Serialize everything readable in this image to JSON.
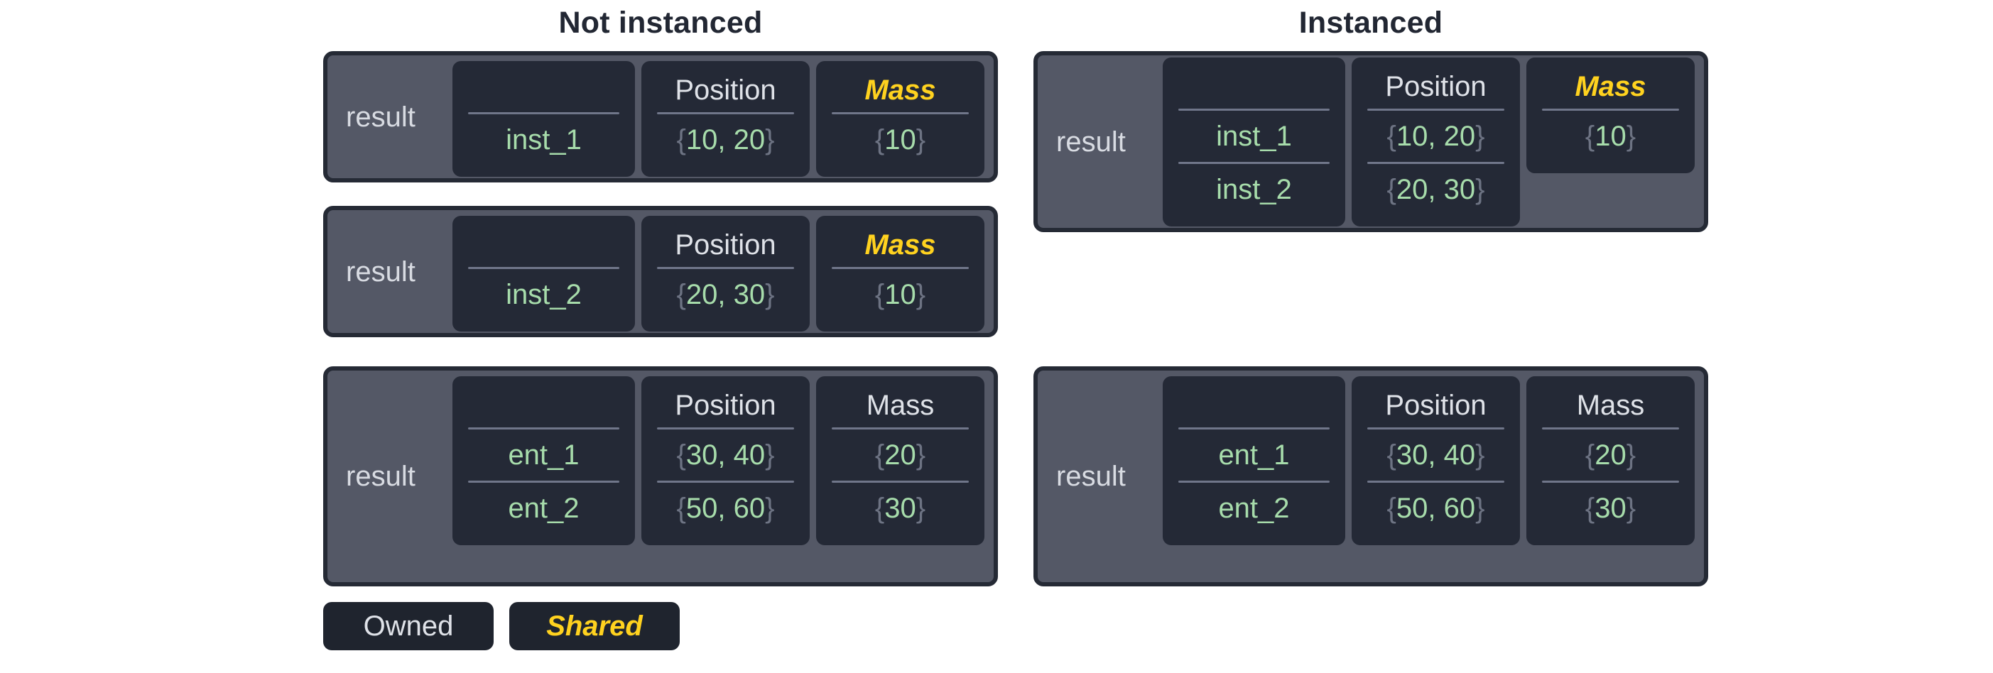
{
  "headings": {
    "left": "Not instanced",
    "right": "Instanced"
  },
  "labels": {
    "result": "result",
    "position": "Position",
    "mass": "Mass",
    "blank": ""
  },
  "colors": {
    "page_background": "#ffffff",
    "heading_text": "#222733",
    "table_border": "#252a35",
    "table_background": "#545866",
    "cell_background": "#242936",
    "owned_text": "#dfe2e8",
    "shared_text": "#ffd21f",
    "value_text": "#a7dcab",
    "brace_text": "#6d7383",
    "rule": "#70768a"
  },
  "legend": [
    {
      "label": "Owned",
      "kind": "owned"
    },
    {
      "label": "Shared",
      "kind": "shared"
    }
  ],
  "tables": {
    "notinst_1": {
      "result": "result",
      "headers": {
        "name": "",
        "position": "Position",
        "mass": "Mass"
      },
      "mass_shared": true,
      "rows": [
        {
          "name": "inst_1",
          "position": "{10, 20}",
          "position_value": "10, 20",
          "mass": "{10}",
          "mass_value": "10"
        }
      ]
    },
    "notinst_2": {
      "result": "result",
      "headers": {
        "name": "",
        "position": "Position",
        "mass": "Mass"
      },
      "mass_shared": true,
      "rows": [
        {
          "name": "inst_2",
          "position": "{20, 30}",
          "position_value": "20, 30",
          "mass": "{10}",
          "mass_value": "10"
        }
      ]
    },
    "notinst_3": {
      "result": "result",
      "headers": {
        "name": "",
        "position": "Position",
        "mass": "Mass"
      },
      "mass_shared": false,
      "rows": [
        {
          "name": "ent_1",
          "position": "{30, 40}",
          "position_value": "30, 40",
          "mass": "{20}",
          "mass_value": "20"
        },
        {
          "name": "ent_2",
          "position": "{50, 60}",
          "position_value": "50, 60",
          "mass": "{30}",
          "mass_value": "30"
        }
      ]
    },
    "inst_1": {
      "result": "result",
      "headers": {
        "name": "",
        "position": "Position",
        "mass": "Mass"
      },
      "mass_shared": true,
      "mass_rows": 1,
      "rows": [
        {
          "name": "inst_1",
          "position": "{10, 20}",
          "position_value": "10, 20",
          "mass": "{10}",
          "mass_value": "10"
        },
        {
          "name": "inst_2",
          "position": "{20, 30}",
          "position_value": "20, 30",
          "mass": "",
          "mass_value": ""
        }
      ]
    },
    "inst_2": {
      "result": "result",
      "headers": {
        "name": "",
        "position": "Position",
        "mass": "Mass"
      },
      "mass_shared": false,
      "mass_rows": 2,
      "rows": [
        {
          "name": "ent_1",
          "position": "{30, 40}",
          "position_value": "30, 40",
          "mass": "{20}",
          "mass_value": "20"
        },
        {
          "name": "ent_2",
          "position": "{50, 60}",
          "position_value": "50, 60",
          "mass": "{30}",
          "mass_value": "30"
        }
      ]
    }
  }
}
